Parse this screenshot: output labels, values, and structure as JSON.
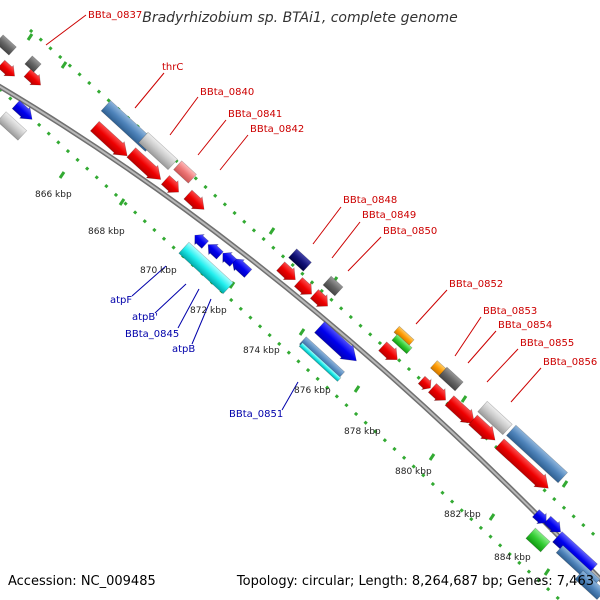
{
  "title": "Bradyrhizobium sp. BTAi1, complete genome",
  "footer": {
    "accession": "Accession: NC_009485",
    "summary": "Topology: circular; Length: 8,264,687 bp; Genes: 7,463"
  },
  "colors": {
    "backbone": "#888888",
    "tick": "#33aa33",
    "label_red": "#cc0000",
    "label_blue": "#0000aa"
  },
  "scale_ticks": [
    "866 kbp",
    "868 kbp",
    "870 kbp",
    "872 kbp",
    "874 kbp",
    "876 kbp",
    "878 kbp",
    "880 kbp",
    "882 kbp",
    "884 kbp"
  ],
  "gene_labels": [
    {
      "text": "BBta_0837",
      "color": "#cc0000"
    },
    {
      "text": "thrC",
      "color": "#cc0000"
    },
    {
      "text": "BBta_0840",
      "color": "#cc0000"
    },
    {
      "text": "BBta_0841",
      "color": "#cc0000"
    },
    {
      "text": "BBta_0842",
      "color": "#cc0000"
    },
    {
      "text": "BBta_0848",
      "color": "#cc0000"
    },
    {
      "text": "BBta_0849",
      "color": "#cc0000"
    },
    {
      "text": "BBta_0850",
      "color": "#cc0000"
    },
    {
      "text": "BBta_0852",
      "color": "#cc0000"
    },
    {
      "text": "BBta_0853",
      "color": "#cc0000"
    },
    {
      "text": "BBta_0854",
      "color": "#cc0000"
    },
    {
      "text": "BBta_0855",
      "color": "#cc0000"
    },
    {
      "text": "BBta_0856",
      "color": "#cc0000"
    },
    {
      "text": "atpF",
      "color": "#0000aa"
    },
    {
      "text": "atpB'",
      "color": "#0000aa"
    },
    {
      "text": "BBta_0845",
      "color": "#0000aa"
    },
    {
      "text": "atpB",
      "color": "#0000aa"
    },
    {
      "text": "BBta_0851",
      "color": "#0000aa"
    }
  ]
}
